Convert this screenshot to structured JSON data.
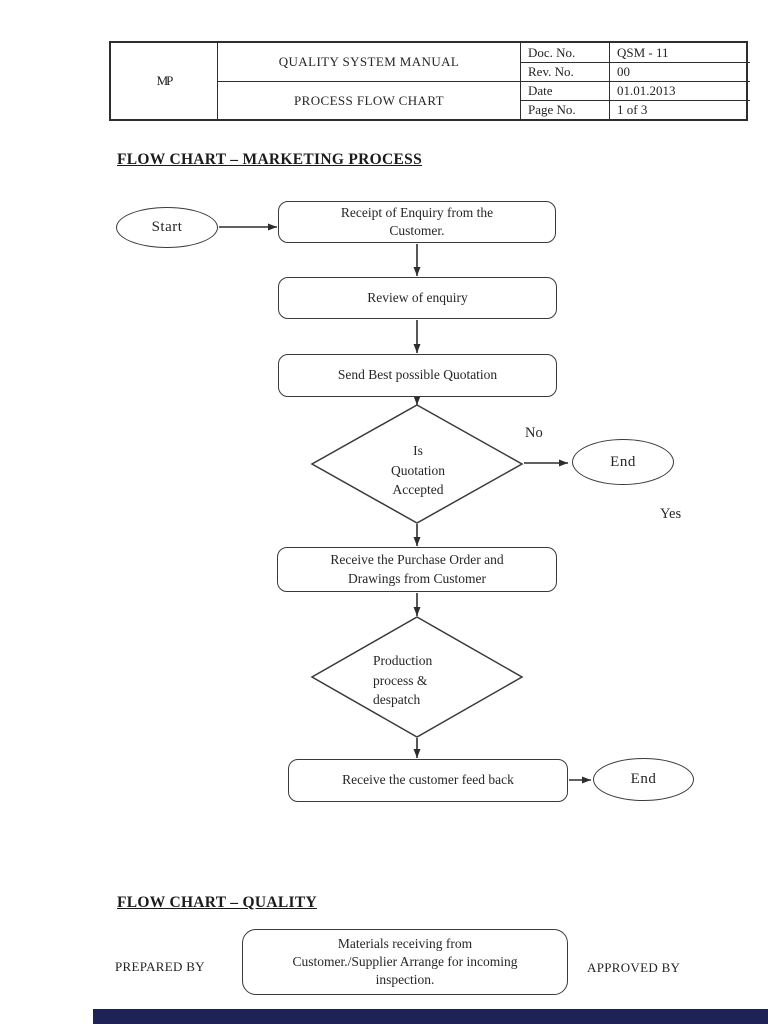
{
  "header": {
    "logo": "MP",
    "manual_title": "QUALITY SYSTEM MANUAL",
    "chart_title": "PROCESS FLOW CHART",
    "doc_no_label": "Doc. No.",
    "doc_no": "QSM - 11",
    "rev_no_label": "Rev. No.",
    "rev_no": "00",
    "date_label": "Date",
    "date": "01.01.2013",
    "page_no_label": "Page No.",
    "page_no": "1 of 3"
  },
  "marketing": {
    "heading": "FLOW CHART – MARKETING PROCESS",
    "start": "Start",
    "receipt_line1": "Receipt of Enquiry from the",
    "receipt_line2": "Customer.",
    "review": "Review of enquiry",
    "quotation": "Send Best possible Quotation",
    "decision_line1": "Is",
    "decision_line2": "Quotation",
    "decision_line3": "Accepted",
    "no_label": "No",
    "yes_label": "Yes",
    "end1": "End",
    "purchase_line1": "Receive the Purchase Order and",
    "purchase_line2": "Drawings from Customer",
    "production_line1": "Production",
    "production_line2": "process &",
    "production_line3": "despatch",
    "feedback": "Receive the customer feed back",
    "end2": "End"
  },
  "quality": {
    "heading": "FLOW CHART – QUALITY",
    "materials_line1": "Materials receiving from",
    "materials_line2": "Customer./Supplier Arrange for incoming",
    "materials_line3": "inspection.",
    "prepared_by": "PREPARED BY",
    "approved_by": "APPROVED BY"
  },
  "colors": {
    "ink": "#242424",
    "shape_border": "#3a3a3a",
    "table_border": "#2e2e2e",
    "bottom_bar": "#1e2254"
  }
}
